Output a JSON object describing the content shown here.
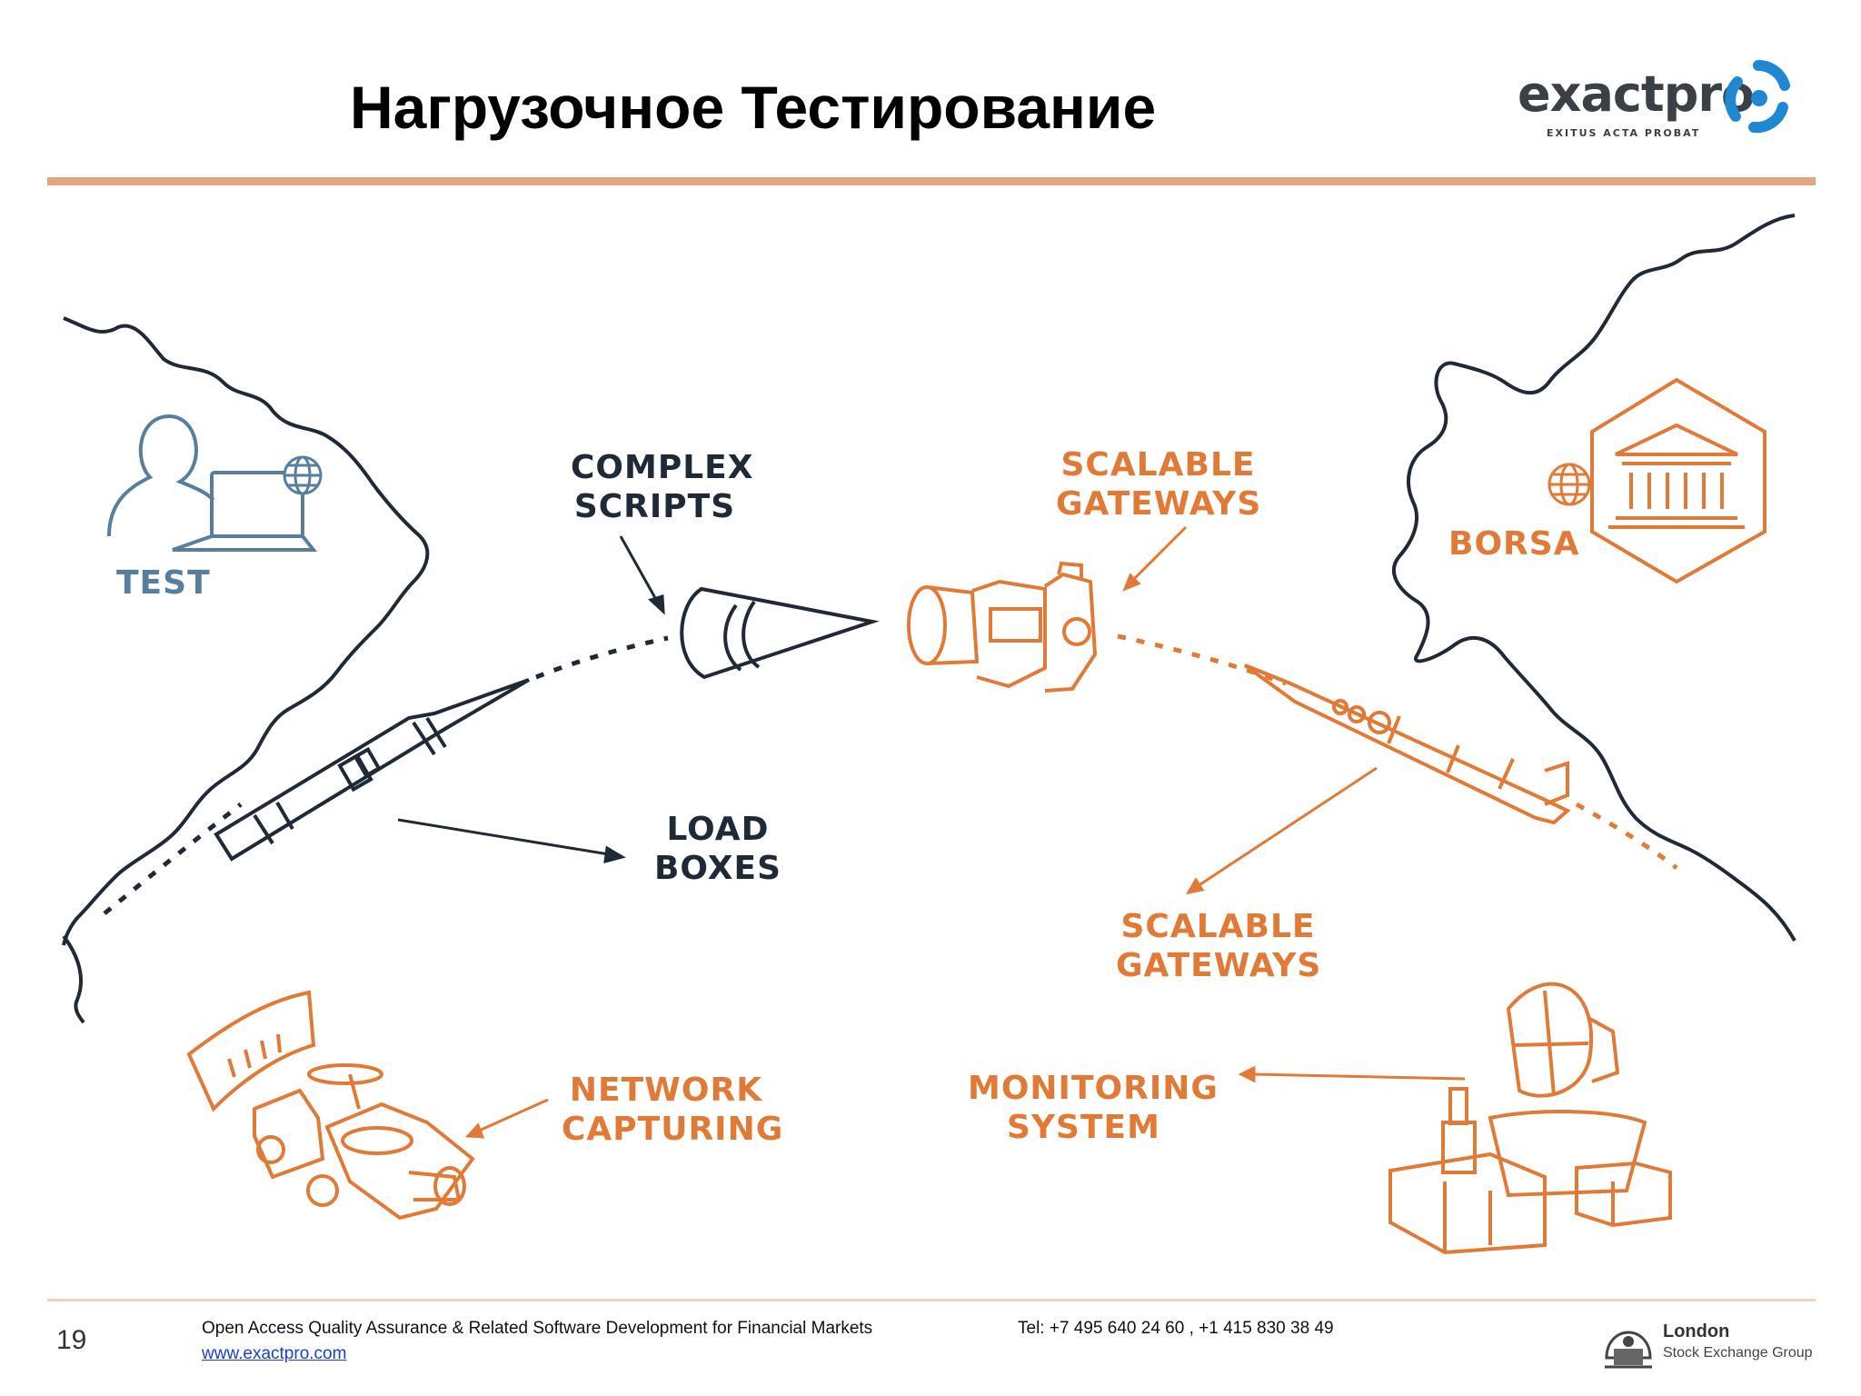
{
  "slide": {
    "title": "Нагрузочное Тестирование",
    "page_number": "19"
  },
  "logo": {
    "word": "exactpro",
    "tagline": "EXITUS ACTA PROBAT",
    "color": "#3b3f46",
    "mark_color": "#1f88d0"
  },
  "labels": {
    "test": "TEST",
    "complex_scripts_1": "COMPLEX",
    "complex_scripts_2": "SCRIPTS",
    "load_boxes_1": "LOAD",
    "load_boxes_2": "BOXES",
    "scalable_gateways_top_1": "SCALABLE",
    "scalable_gateways_top_2": "GATEWAYS",
    "borsa": "BORSA",
    "scalable_gateways_bottom_1": "SCALABLE",
    "scalable_gateways_bottom_2": "GATEWAYS",
    "network_capturing_1": "NETWORK",
    "network_capturing_2": "CAPTURING",
    "monitoring_system_1": "MONITORING",
    "monitoring_system_2": "SYSTEM"
  },
  "footer": {
    "description": "Open Access Quality Assurance & Related Software Development for Financial Markets",
    "url": "www.exactpro.com",
    "tel": "Tel: +7 495 640 24 60 ,  +1 415 830 38 49",
    "partner_line1": "London",
    "partner_line2": "Stock Exchange Group"
  },
  "colors": {
    "dark": "#1f2a36",
    "orange": "#e07a36",
    "blue": "#577f9d",
    "rule": "#e2a681"
  },
  "icons": [
    "person-laptop-icon",
    "globe-icon",
    "pencil-rocket-icon",
    "cone-nose-icon",
    "satellite-icon",
    "rocket-icon",
    "bank-building-icon",
    "rover-icon",
    "radar-dish-icon"
  ]
}
